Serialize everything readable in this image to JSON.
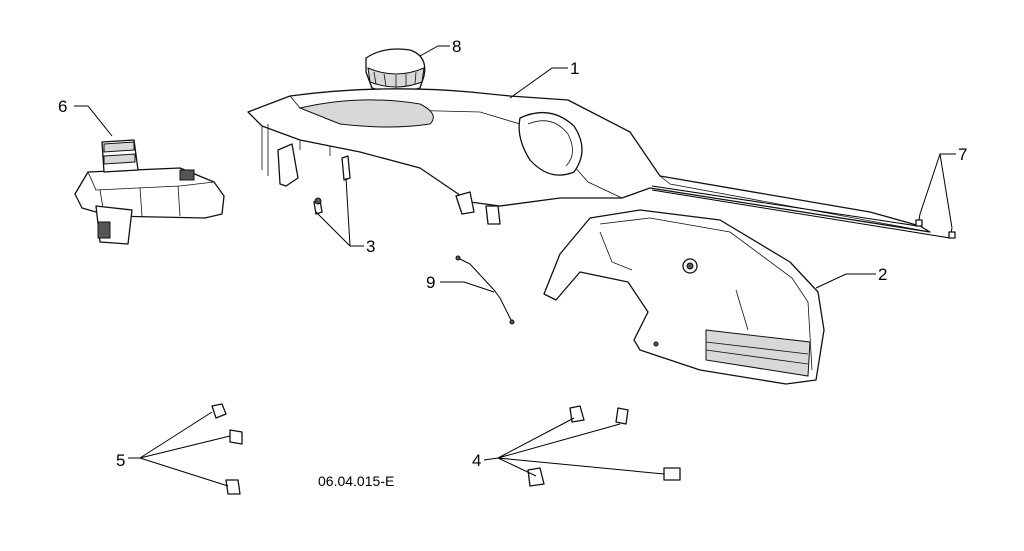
{
  "drawing_code": "06.04.015-E",
  "callouts": {
    "c1": "1",
    "c2": "2",
    "c3": "3",
    "c4": "4",
    "c5": "5",
    "c6": "6",
    "c7": "7",
    "c8": "8",
    "c9": "9"
  }
}
